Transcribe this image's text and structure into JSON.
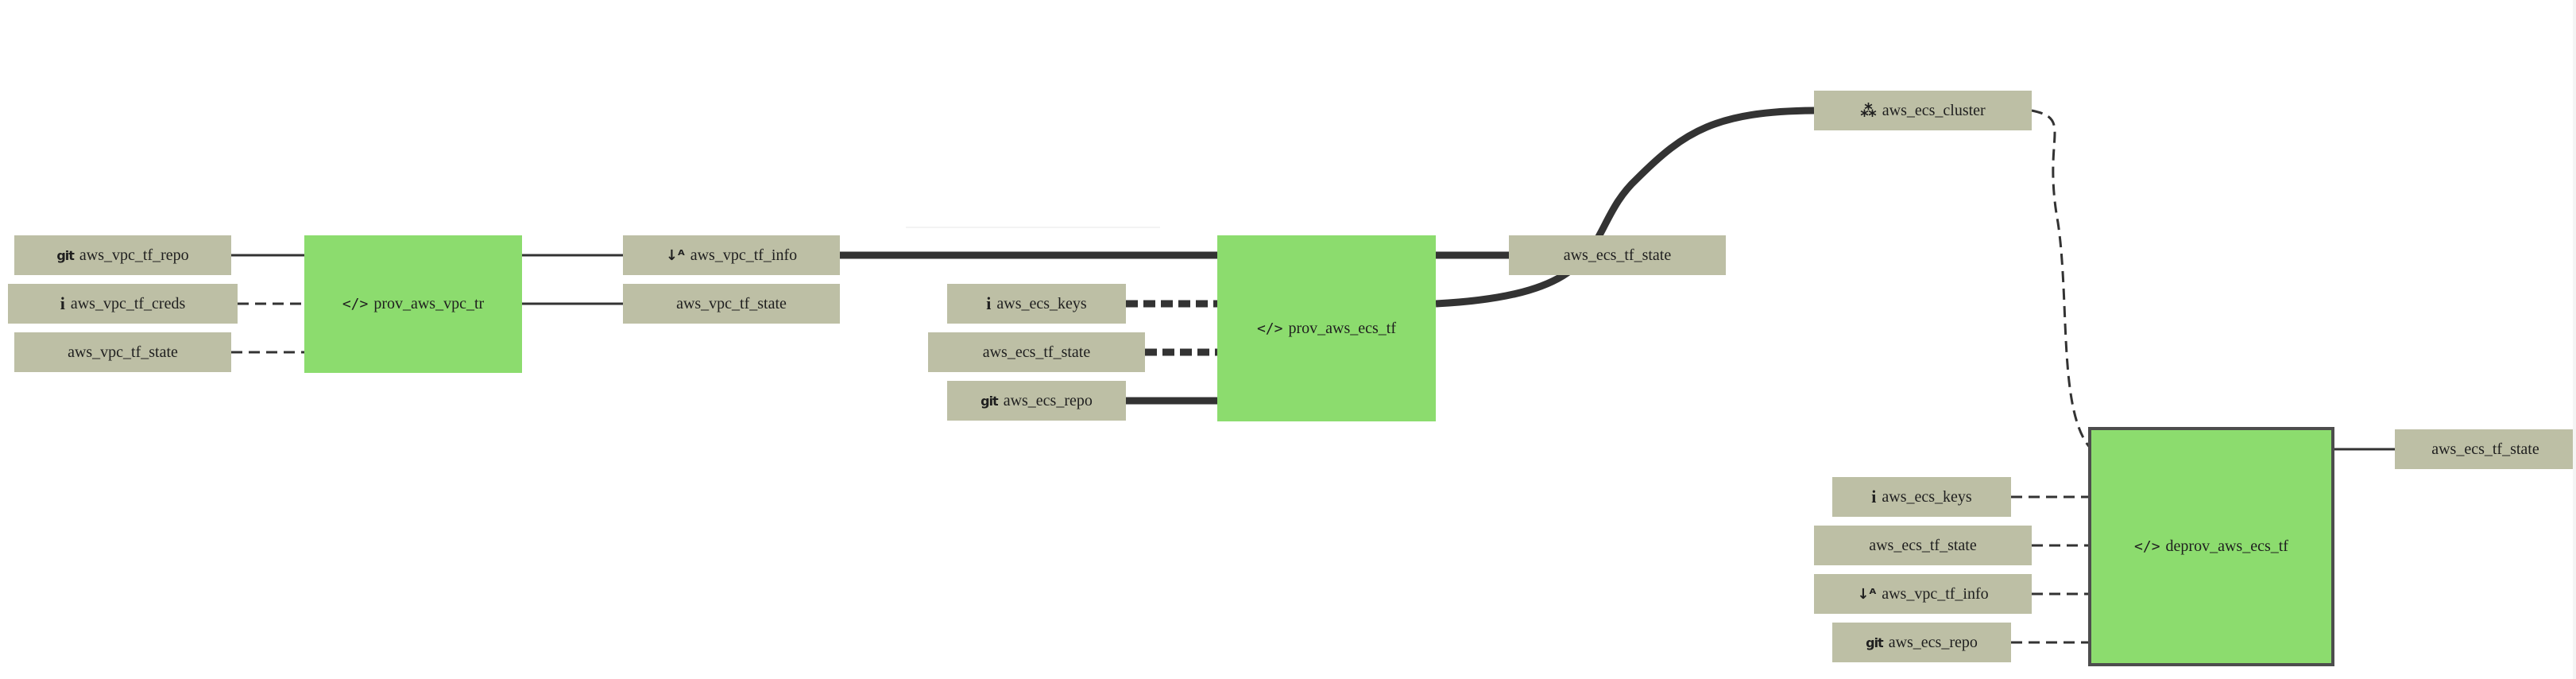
{
  "diagram": {
    "colors": {
      "resource": "#bdbfa5",
      "job": "#8cdc6e",
      "edge": "#333333",
      "selected_border": "#4d4d4d"
    },
    "resources": {
      "vpc_repo": {
        "label": "aws_vpc_tf_repo",
        "icon": "git-icon"
      },
      "vpc_creds": {
        "label": "aws_vpc_tf_creds",
        "icon": "info-icon"
      },
      "vpc_state_in": {
        "label": "aws_vpc_tf_state",
        "icon": ""
      },
      "vpc_info_out": {
        "label": "aws_vpc_tf_info",
        "icon": "sort-alpha-icon"
      },
      "vpc_state_out": {
        "label": "aws_vpc_tf_state",
        "icon": ""
      },
      "ecs_keys": {
        "label": "aws_ecs_keys",
        "icon": "info-icon"
      },
      "ecs_state_in": {
        "label": "aws_ecs_tf_state",
        "icon": ""
      },
      "ecs_repo": {
        "label": "aws_ecs_repo",
        "icon": "git-icon"
      },
      "ecs_state_out": {
        "label": "aws_ecs_tf_state",
        "icon": ""
      },
      "ecs_cluster": {
        "label": "aws_ecs_cluster",
        "icon": "cubes-icon"
      },
      "ecs_state_right": {
        "label": "aws_ecs_tf_state",
        "icon": ""
      },
      "dp_keys": {
        "label": "aws_ecs_keys",
        "icon": "info-icon"
      },
      "dp_state": {
        "label": "aws_ecs_tf_state",
        "icon": ""
      },
      "dp_vpc_info": {
        "label": "aws_vpc_tf_info",
        "icon": "sort-alpha-icon"
      },
      "dp_repo": {
        "label": "aws_ecs_repo",
        "icon": "git-icon"
      }
    },
    "jobs": {
      "prov_vpc": {
        "label": "prov_aws_vpc_tr",
        "icon": "code-icon"
      },
      "prov_ecs": {
        "label": "prov_aws_ecs_tf",
        "icon": "code-icon"
      },
      "deprov_ecs": {
        "label": "deprov_aws_ecs_tf",
        "icon": "code-icon"
      }
    }
  }
}
